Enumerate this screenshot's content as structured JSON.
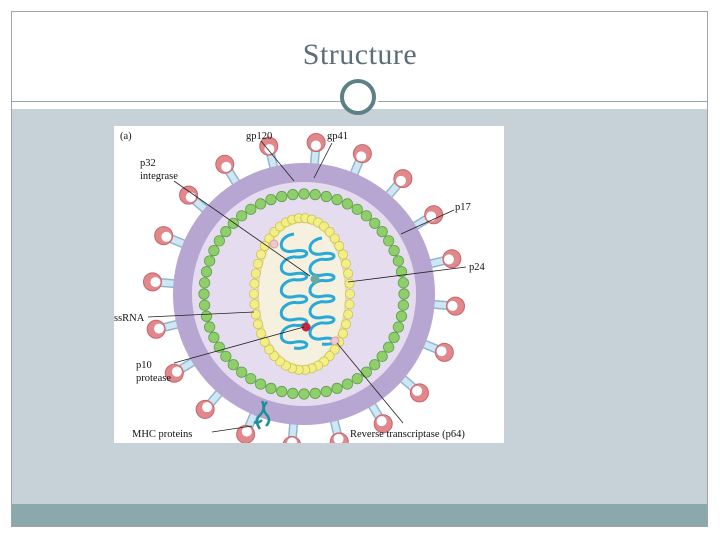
{
  "slide": {
    "title": "Structure",
    "colors": {
      "content_bg": "#c6d2d8",
      "footer": "#8ba9ad",
      "ornament": "#5d7f88",
      "envelope": "#b7a6d2",
      "matrix_green": "#8fcf6b",
      "capsid_yellow": "#f3ef86",
      "rna": "#29a9d8",
      "spike_stem": "#cfe6f4",
      "spike_head": "#e0888c"
    }
  },
  "figure": {
    "panel_label": "(a)",
    "labels": {
      "gp120": "gp120",
      "gp41": "gp41",
      "p32_line1": "p32",
      "p32_line2": "integrase",
      "p17": "p17",
      "p24": "p24",
      "ssrna": "ssRNA",
      "p10_line1": "p10",
      "p10_line2": "protease",
      "mhc": "MHC proteins",
      "rt": "Reverse transcriptase (p64)"
    }
  }
}
